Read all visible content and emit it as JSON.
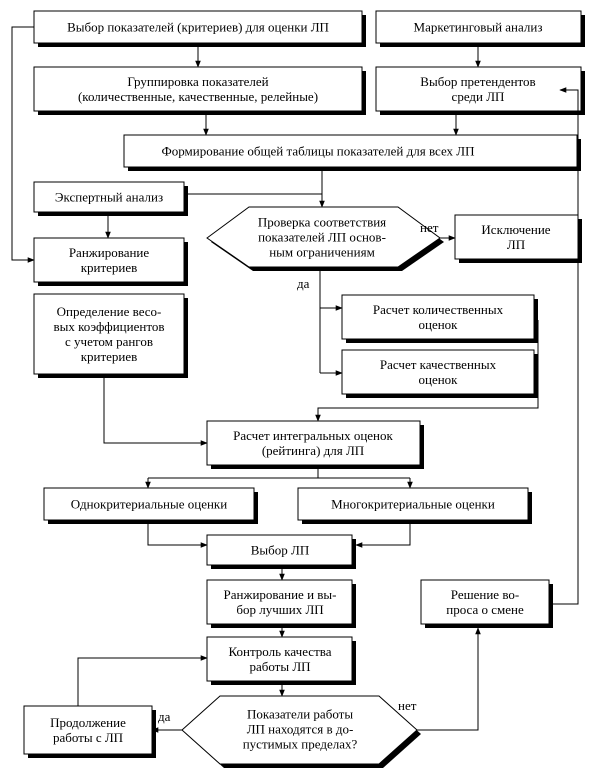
{
  "nodes": {
    "select_indicators": [
      "Выбор показателей (критериев) для оценки ЛП"
    ],
    "marketing": [
      "Маркетинговый анализ"
    ],
    "grouping": [
      "Группировка показателей",
      "(количественные, качественные, релейные)"
    ],
    "select_candidates": [
      "Выбор претендентов",
      "среди ЛП"
    ],
    "general_table": [
      "Формирование общей таблицы показателей для всех ЛП"
    ],
    "expert": [
      "Экспертный анализ"
    ],
    "check": [
      "Проверка соответствия",
      "показателей ЛП основ-",
      "ным ограничениям"
    ],
    "exclusion": [
      "Исключение",
      "ЛП"
    ],
    "ranking": [
      "Ранжирование",
      "критериев"
    ],
    "weights": [
      "Определение весо-",
      "вых коэффициентов",
      "с учетом рангов",
      "критериев"
    ],
    "quant": [
      "Расчет количественных",
      "оценок"
    ],
    "qual": [
      "Расчет качественных",
      "оценок"
    ],
    "integral": [
      "Расчет интегральных оценок",
      "(рейтинга) для ЛП"
    ],
    "single": [
      "Однокритериальные оценки"
    ],
    "multi": [
      "Многокритериальные оценки"
    ],
    "select_lp": [
      "Выбор ЛП"
    ],
    "rank_best": [
      "Ранжирование и вы-",
      "бор лучших ЛП"
    ],
    "decision": [
      "Решение во-",
      "проса о смене"
    ],
    "quality": [
      "Контроль качества",
      "работы ЛП"
    ],
    "within_limits": [
      "Показатели работы",
      "ЛП находятся в до-",
      "пустимых пределах?"
    ],
    "continue": [
      "Продолжение",
      "работы с ЛП"
    ]
  },
  "labels": {
    "no_exclusion": "нет",
    "yes_check": "да",
    "yes_continue": "да",
    "no_decision": "нет"
  }
}
